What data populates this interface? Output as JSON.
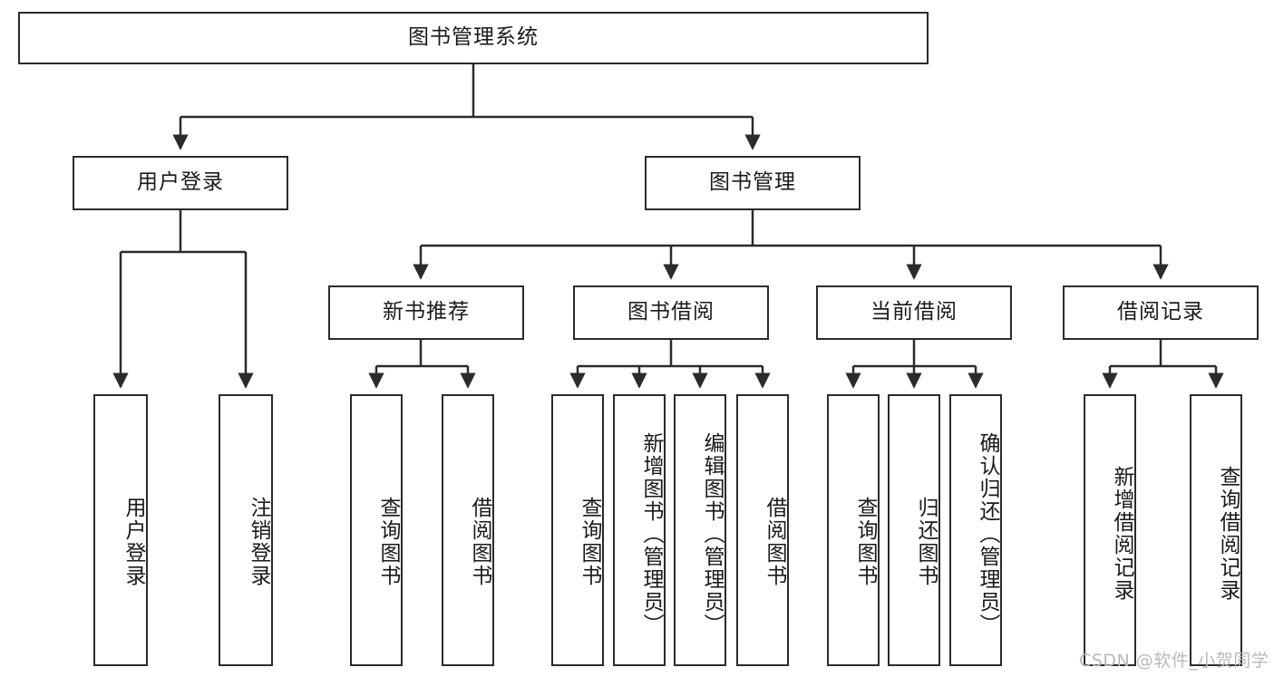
{
  "diagram": {
    "type": "tree-hierarchy-chart",
    "title": "图书管理系统",
    "orientation": "top-down",
    "colors": {
      "box_border": "#2b2b2b",
      "box_fill": "#ffffff",
      "connector": "#2b2b2b",
      "text": "#1a1a1a",
      "watermark": "#b9b9b9",
      "background": "#ffffff"
    },
    "root": {
      "id": "root",
      "label": "图书管理系统",
      "text_direction": "horizontal"
    },
    "level2": [
      {
        "id": "user-login",
        "label": "用户登录",
        "text_direction": "horizontal"
      },
      {
        "id": "book-manage",
        "label": "图书管理",
        "text_direction": "horizontal"
      }
    ],
    "level3": [
      {
        "id": "new-book-recommend",
        "label": "新书推荐",
        "parent": "book-manage",
        "text_direction": "horizontal"
      },
      {
        "id": "book-borrow",
        "label": "图书借阅",
        "parent": "book-manage",
        "text_direction": "horizontal"
      },
      {
        "id": "current-borrow",
        "label": "当前借阅",
        "parent": "book-manage",
        "text_direction": "horizontal"
      },
      {
        "id": "borrow-record",
        "label": "借阅记录",
        "parent": "book-manage",
        "text_direction": "horizontal"
      }
    ],
    "leaves": [
      {
        "id": "leaf-user-login",
        "label": "用户登录",
        "parent": "user-login",
        "text_direction": "vertical"
      },
      {
        "id": "leaf-logout-login",
        "label": "注销登录",
        "parent": "user-login",
        "text_direction": "vertical"
      },
      {
        "id": "leaf-query-book-1",
        "label": "查询图书",
        "parent": "new-book-recommend",
        "text_direction": "vertical"
      },
      {
        "id": "leaf-borrow-book-1",
        "label": "借阅图书",
        "parent": "new-book-recommend",
        "text_direction": "vertical"
      },
      {
        "id": "leaf-query-book-2",
        "label": "查询图书",
        "parent": "book-borrow",
        "text_direction": "vertical"
      },
      {
        "id": "leaf-add-book",
        "label": "新增图书（管理员）",
        "parent": "book-borrow",
        "text_direction": "vertical"
      },
      {
        "id": "leaf-edit-book",
        "label": "编辑图书（管理员）",
        "parent": "book-borrow",
        "text_direction": "vertical"
      },
      {
        "id": "leaf-borrow-book-2",
        "label": "借阅图书",
        "parent": "book-borrow",
        "text_direction": "vertical"
      },
      {
        "id": "leaf-query-book-3",
        "label": "查询图书",
        "parent": "current-borrow",
        "text_direction": "vertical"
      },
      {
        "id": "leaf-return-book",
        "label": "归还图书",
        "parent": "current-borrow",
        "text_direction": "vertical"
      },
      {
        "id": "leaf-confirm-return",
        "label": "确认归还（管理员）",
        "parent": "current-borrow",
        "text_direction": "vertical"
      },
      {
        "id": "leaf-add-record",
        "label": "新增借阅记录",
        "parent": "borrow-record",
        "text_direction": "vertical"
      },
      {
        "id": "leaf-query-record",
        "label": "查询借阅记录",
        "parent": "borrow-record",
        "text_direction": "vertical"
      }
    ]
  },
  "watermark": {
    "text": "CSDN @软件_小贺同学"
  }
}
